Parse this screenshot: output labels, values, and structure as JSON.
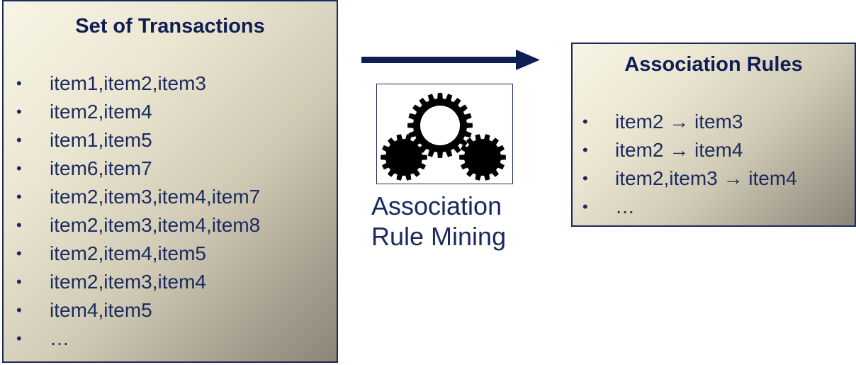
{
  "transactions": {
    "title": "Set of Transactions",
    "items": [
      "item1,item2,item3",
      "item2,item4",
      "item1,item5",
      "item6,item7",
      "item2,item3,item4,item7",
      "item2,item3,item4,item8",
      "item2,item4,item5",
      "item2,item3,item4",
      "item4,item5",
      "…"
    ]
  },
  "process": {
    "label_line1": "Association",
    "label_line2": "Rule Mining",
    "icon": "gears-icon",
    "arrow_icon": "right-arrow-icon"
  },
  "rules": {
    "title": "Association Rules",
    "items": [
      "item2 → item3",
      "item2 → item4",
      "item2,item3 → item4",
      "…"
    ]
  },
  "bullet": "•",
  "colors": {
    "text": "#1b2a5e",
    "border": "#1b2a5e",
    "arrow": "#0f1f54",
    "gear": "#000000",
    "panel_light": "#f8f5e6",
    "panel_dark": "#8a8577"
  }
}
